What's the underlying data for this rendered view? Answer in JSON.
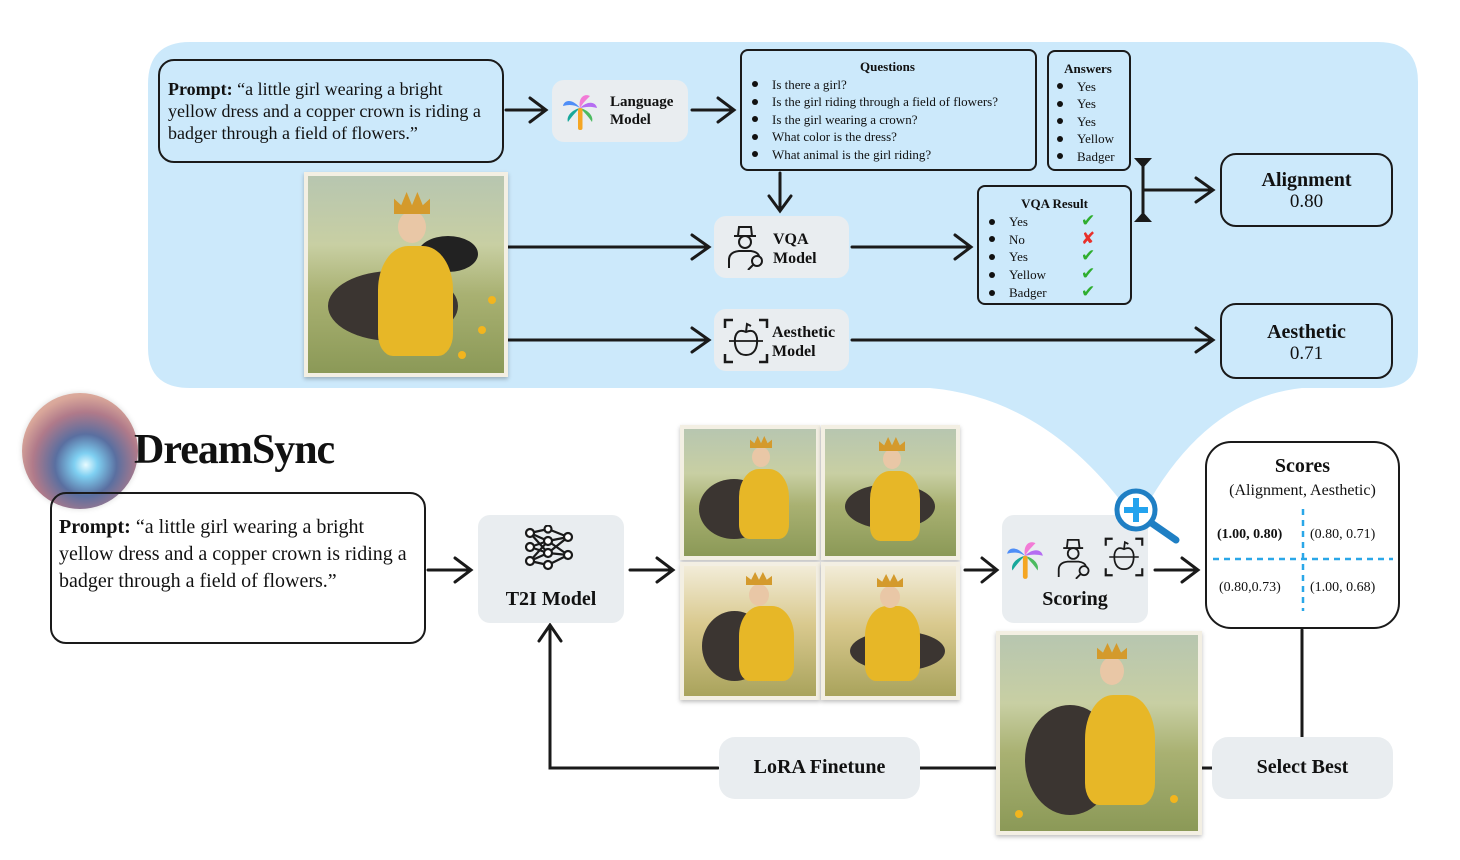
{
  "title": "DreamSync",
  "top_panel": {
    "prompt_label": "Prompt:",
    "prompt_text": "“a little girl wearing a bright yellow dress and a copper crown is riding a badger through a field of flowers.”",
    "language_model": {
      "line1": "Language",
      "line2": "Model",
      "icon": "palm-leaf-logo-icon"
    },
    "questions": {
      "title": "Questions",
      "items": [
        "Is there a girl?",
        "Is the girl riding through a field of flowers?",
        "Is the girl wearing a crown?",
        "What color is the dress?",
        "What animal is the girl riding?"
      ]
    },
    "answers": {
      "title": "Answers",
      "items": [
        "Yes",
        "Yes",
        "Yes",
        "Yellow",
        "Badger"
      ]
    },
    "vqa_model": {
      "line1": "VQA",
      "line2": "Model",
      "icon": "detective-magnifier-icon"
    },
    "vqa_result": {
      "title": "VQA Result",
      "items": [
        {
          "answer": "Yes",
          "correct": true
        },
        {
          "answer": "No",
          "correct": false
        },
        {
          "answer": "Yes",
          "correct": true
        },
        {
          "answer": "Yellow",
          "correct": true
        },
        {
          "answer": "Badger",
          "correct": true
        }
      ]
    },
    "aesthetic_model": {
      "line1": "Aesthetic",
      "line2": "Model",
      "icon": "apple-frame-icon"
    },
    "alignment": {
      "label": "Alignment",
      "value": "0.80"
    },
    "aesthetic": {
      "label": "Aesthetic",
      "value": "0.71"
    }
  },
  "bottom": {
    "prompt_label": "Prompt:",
    "prompt_text": "“a little girl wearing a bright yellow dress and a copper crown is riding a badger through a field of flowers.”",
    "t2i_model": {
      "label": "T2I Model",
      "icon": "neural-network-icon"
    },
    "scoring": {
      "label": "Scoring",
      "icons": [
        "palm-leaf-logo-icon",
        "detective-magnifier-icon",
        "apple-frame-icon"
      ]
    },
    "scores": {
      "title": "Scores",
      "subtitle": "(Alignment, Aesthetic)",
      "cells": [
        "(1.00, 0.80)",
        "(0.80, 0.71)",
        "(0.80,0.73)",
        "(1.00, 0.68)"
      ],
      "best_index": 0
    },
    "select_best": "Select Best",
    "lora_finetune": "LoRA Finetune"
  },
  "colors": {
    "panel_blue": "#cce9fb",
    "gray_box": "#e9edf0",
    "check_green": "#2fae2f",
    "cross_red": "#e8302a",
    "magnifier_blue": "#1f8fd6",
    "dashed_blue": "#2aa7e8"
  }
}
